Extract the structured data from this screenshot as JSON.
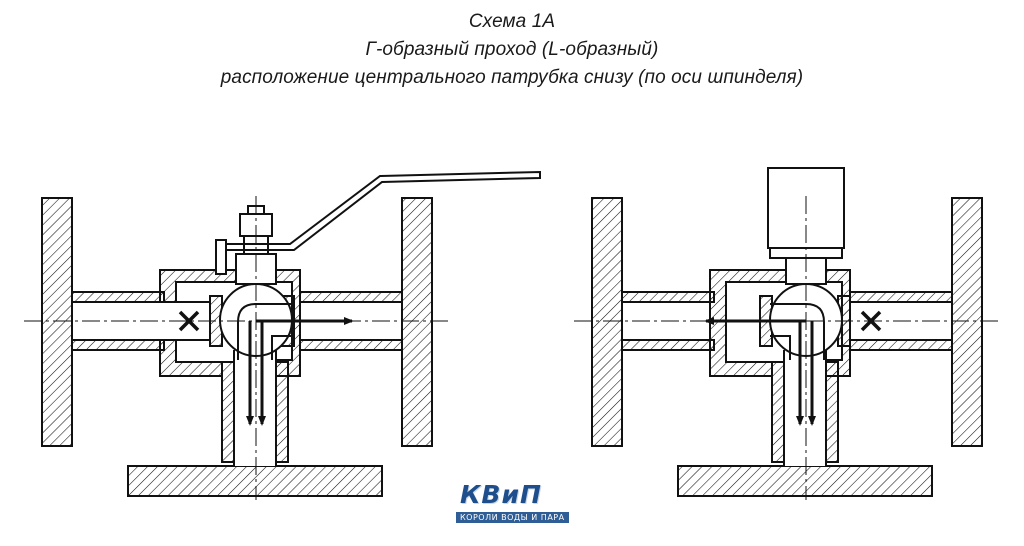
{
  "title": {
    "line1": "Схема 1А",
    "line2": "Г-образный проход (L-образный)",
    "line3": "расположение центрального патрубка снизу (по оси шпинделя)"
  },
  "logo": {
    "word": "КВиП",
    "tagline": "КОРОЛИ ВОДЫ И ПАРА"
  },
  "colors": {
    "ink": "#111111",
    "logo_blue": "#1e4f8c"
  }
}
